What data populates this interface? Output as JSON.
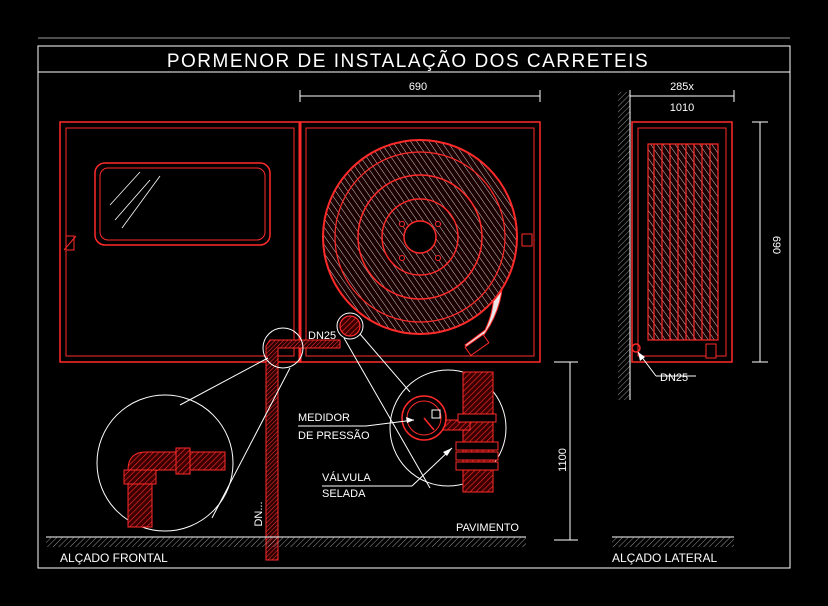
{
  "title": "PORMENOR DE INSTALAÇÃO DOS CARRETEIS",
  "dimensions": {
    "front_width": "690",
    "side_depth": "285x",
    "side_overall": "1010",
    "side_height": "690",
    "mount_height": "1100"
  },
  "labels": {
    "pipe_size_front": "DN25",
    "pipe_size_side": "DN25",
    "pipe_size_vertical": "DN...",
    "pressure_gauge_line1": "MEDIDOR",
    "pressure_gauge_line2": "DE PRESSÃO",
    "sealed_valve_line1": "VÁLVULA",
    "sealed_valve_line2": "SELADA",
    "floor": "PAVIMENTO",
    "front_elevation": "ALÇADO FRONTAL",
    "side_elevation": "ALÇADO LATERAL"
  },
  "colors": {
    "background": "#000000",
    "linework": "#ffffff",
    "equipment": "#ff2a2a",
    "hatch": "#c81818"
  }
}
